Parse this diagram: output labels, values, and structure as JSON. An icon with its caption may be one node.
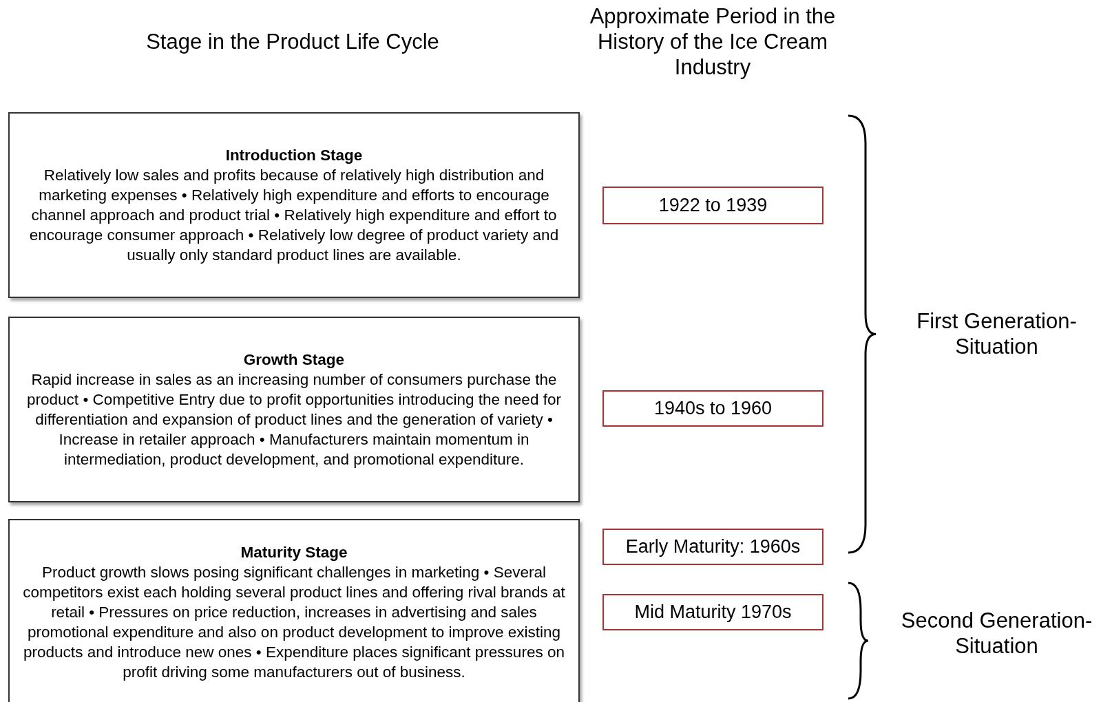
{
  "diagram": {
    "nodes": [
      {
        "text": [
          "Introduction Stage",
          "Relatively low sales and profits because of relatively high distribution and marketing expenses • Relatively high expenditure and efforts to encourage channel approach and product trial • Relatively high expenditure and effort to encourage consumer approach • Relatively low degree of product variety and usually only standard product lines are available."
        ]
      },
      {
        "text": [
          "Growth Stage",
          "Rapid increase in sales as an increasing number of consumers purchase the product • Competitive Entry due to profit opportunities introducing the need for differentiation and expansion of product lines and the generation of variety • Increase in retailer approach • Manufacturers maintain momentum in intermediation, product development, and promotional expenditure."
        ]
      },
      {
        "text": [
          "Maturity Stage",
          "Product growth slows posing significant challenges in marketing • Several competitors exist each holding several product lines and offering rival brands at retail • Pressures on price reduction, increases in advertising and sales promotional expenditure and also on product development to improve existing products and introduce new ones • Expenditure places significant pressures on profit driving some manufacturers out of business."
        ]
      },
      {
        "text": [
          "1922 to 1939"
        ]
      },
      {
        "text": [
          "1940s to 1960"
        ]
      },
      {
        "text": [
          "Early Maturity: 1960s"
        ]
      },
      {
        "text": [
          "Mid Maturity 1970s"
        ]
      }
    ],
    "labels": [
      "Stage in the Product Life Cycle",
      "Approximate Period in the History of the Ice Cream Industry",
      "First Generation-Situation",
      "Second Generation-Situation"
    ]
  }
}
